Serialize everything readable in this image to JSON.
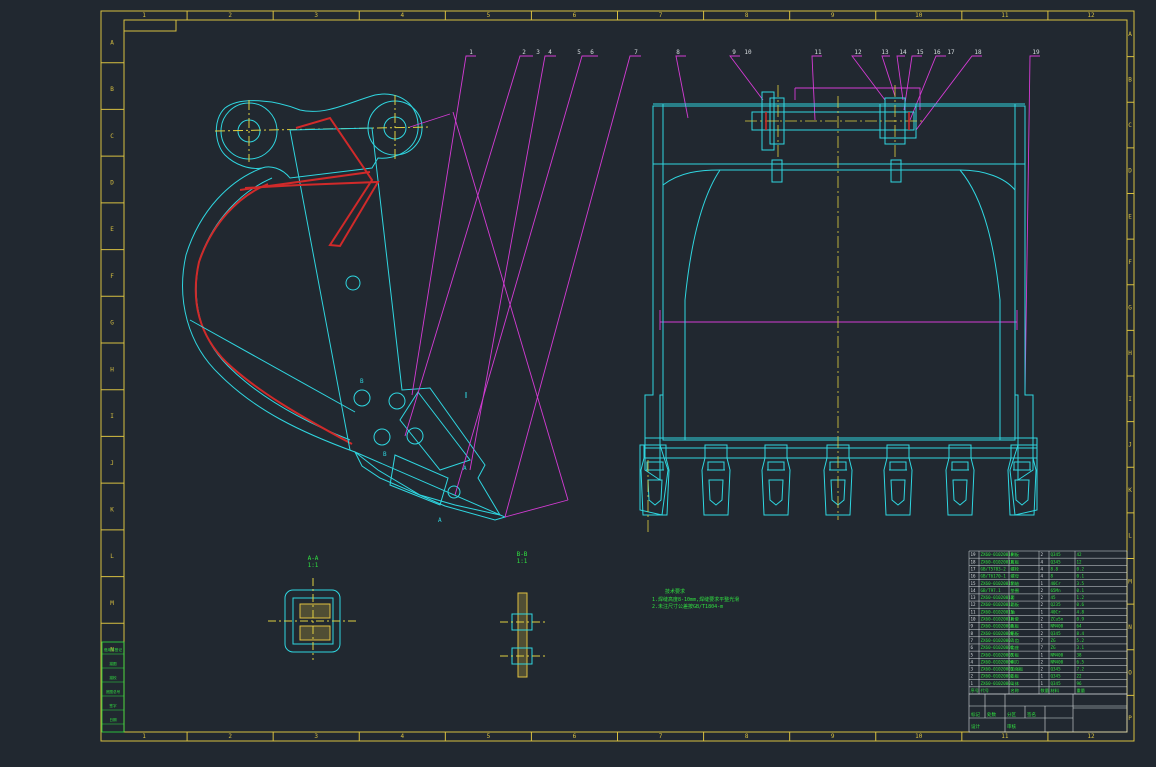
{
  "drawing": {
    "colors": {
      "background": "#212830",
      "frame": "#d8c040",
      "outline": "#2fd6e0",
      "leader": "#d43bd4",
      "weld": "#d02a2a",
      "centerline": "#e0d040",
      "text": "#30e040",
      "white": "#d8dde0"
    },
    "column_labels": [
      "1",
      "2",
      "3",
      "4",
      "5",
      "6",
      "7",
      "8",
      "9",
      "10",
      "11",
      "12"
    ],
    "row_labels": [
      "A",
      "B",
      "C",
      "D",
      "E",
      "F",
      "G",
      "H",
      "I",
      "J",
      "K",
      "L",
      "M",
      "N"
    ],
    "right_row_labels": [
      "A",
      "B",
      "C",
      "D",
      "E",
      "F",
      "G",
      "H",
      "I",
      "J",
      "K",
      "L",
      "M",
      "N",
      "O",
      "P"
    ],
    "balloons": [
      "1",
      "2",
      "3",
      "4",
      "5",
      "6",
      "7",
      "8",
      "9",
      "10",
      "11",
      "12",
      "13",
      "14",
      "15",
      "16",
      "17",
      "18",
      "19"
    ],
    "section_labels": {
      "aa": "A-A",
      "aa_scale": "1:1",
      "bb": "B-B",
      "bb_scale": "1:1",
      "view_a": "A",
      "view_b": "B"
    },
    "tech_notes": {
      "title": "技术要求",
      "line1": "1.焊缝高度8-10mm,焊缝要求平整光滑",
      "line2": "2.未注尺寸公差按GB/T1804-m"
    },
    "parts_list": [
      {
        "no": "19",
        "code": "ZX60-01020019",
        "name": "侧板",
        "qty": "2",
        "material": "Q345",
        "weight": "42"
      },
      {
        "no": "18",
        "code": "ZX60-01020018",
        "name": "耳板",
        "qty": "4",
        "material": "Q345",
        "weight": "12"
      },
      {
        "no": "17",
        "code": "GB/T5783-2",
        "name": "螺栓",
        "qty": "4",
        "material": "8.8",
        "weight": "0.2"
      },
      {
        "no": "16",
        "code": "GB/T6170-1",
        "name": "螺母",
        "qty": "4",
        "material": "8",
        "weight": "0.1"
      },
      {
        "no": "15",
        "code": "ZX60-01020015",
        "name": "销轴",
        "qty": "1",
        "material": "40Cr",
        "weight": "3.5"
      },
      {
        "no": "14",
        "code": "GB/T97.1",
        "name": "垫圈",
        "qty": "2",
        "material": "65Mn",
        "weight": "0.1"
      },
      {
        "no": "13",
        "code": "ZX60-01020013",
        "name": "套",
        "qty": "2",
        "material": "45",
        "weight": "1.2"
      },
      {
        "no": "12",
        "code": "ZX60-01020012",
        "name": "挡板",
        "qty": "2",
        "material": "Q235",
        "weight": "0.6"
      },
      {
        "no": "11",
        "code": "ZX60-01020011",
        "name": "轴",
        "qty": "1",
        "material": "40Cr",
        "weight": "4.8"
      },
      {
        "no": "10",
        "code": "ZX60-01020010",
        "name": "衬套",
        "qty": "2",
        "material": "ZCuSn",
        "weight": "0.9"
      },
      {
        "no": "9",
        "code": "ZX60-01020009",
        "name": "底板",
        "qty": "1",
        "material": "NM400",
        "weight": "64"
      },
      {
        "no": "8",
        "code": "ZX60-01020008",
        "name": "筋板",
        "qty": "2",
        "material": "Q345",
        "weight": "8.4"
      },
      {
        "no": "7",
        "code": "ZX60-01020007",
        "name": "斗齿",
        "qty": "7",
        "material": "ZG",
        "weight": "5.2"
      },
      {
        "no": "6",
        "code": "ZX60-01020006",
        "name": "齿座",
        "qty": "7",
        "material": "ZG",
        "weight": "3.1"
      },
      {
        "no": "5",
        "code": "ZX60-01020005",
        "name": "刃板",
        "qty": "1",
        "material": "NM400",
        "weight": "38"
      },
      {
        "no": "4",
        "code": "ZX60-01020004",
        "name": "侧刃",
        "qty": "2",
        "material": "NM400",
        "weight": "6.5"
      },
      {
        "no": "3",
        "code": "ZX60-01020003",
        "name": "加强板",
        "qty": "2",
        "material": "Q345",
        "weight": "7.2"
      },
      {
        "no": "2",
        "code": "ZX60-01020002",
        "name": "后板",
        "qty": "1",
        "material": "Q345",
        "weight": "22"
      },
      {
        "no": "1",
        "code": "ZX60-01020001",
        "name": "斗体",
        "qty": "1",
        "material": "Q345",
        "weight": "96"
      }
    ],
    "parts_header": {
      "no": "序号",
      "code": "代号",
      "name": "名称",
      "qty": "数量",
      "material": "材料",
      "weight": "重量"
    },
    "title_block": {
      "label1": "标记",
      "label2": "处数",
      "label3": "分区",
      "label4": "签名",
      "label5": "设计",
      "label6": "审核"
    },
    "side_stamp": [
      "借用件登记",
      "描图",
      "描校",
      "底图总号",
      "签字",
      "日期"
    ]
  }
}
